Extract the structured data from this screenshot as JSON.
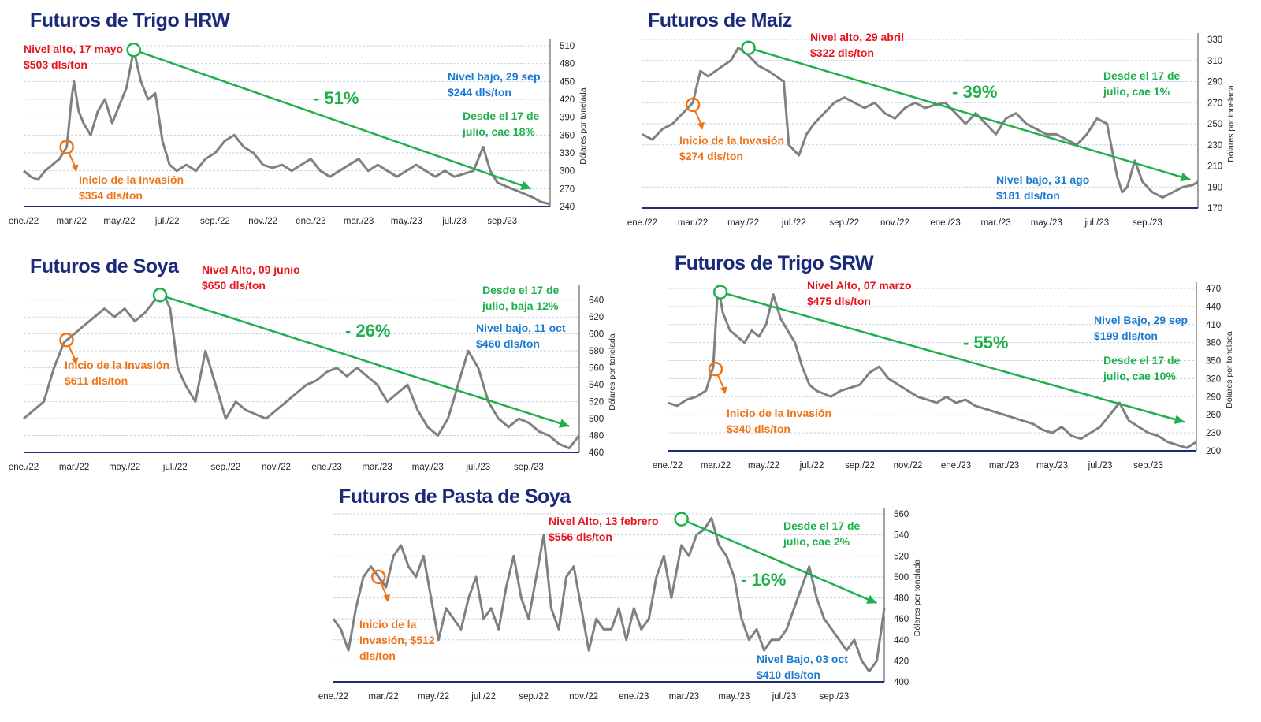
{
  "colors": {
    "title": "#1a2a7a",
    "series": "#808080",
    "trend": "#1db04b",
    "high": "#e8141c",
    "low": "#1a7ad0",
    "invasion": "#ee7417",
    "axis": "#1a2a7a",
    "grid": "#c9d5e6"
  },
  "chart_data": [
    {
      "id": "hrw",
      "type": "line",
      "title": "Futuros de Trigo HRW",
      "ylabel": "Dólares por tonelada",
      "ylim": [
        240,
        510
      ],
      "yticks": [
        240,
        270,
        300,
        330,
        360,
        390,
        420,
        450,
        480,
        510
      ],
      "xlim": [
        0,
        22
      ],
      "xticks": [
        "ene./22",
        "mar./22",
        "may./22",
        "jul./22",
        "sep./22",
        "nov./22",
        "ene./23",
        "mar./23",
        "may./23",
        "jul./23",
        "sep./23"
      ],
      "high": {
        "label": "Nivel alto, 17 mayo",
        "value_label": "$503 dls/ton",
        "x": 4.6,
        "y": 503
      },
      "low": {
        "label": "Nivel bajo, 29 sep",
        "value_label": "$244 dls/ton"
      },
      "invasion": {
        "label": "Inicio de la Invasión",
        "value_label": "$354 dls/ton",
        "x": 1.8,
        "y": 340
      },
      "since": {
        "lines": [
          "Desde el 17 de",
          "julio, cae 18%"
        ]
      },
      "pct_change": "- 51%",
      "trend": {
        "from": [
          4.6,
          503
        ],
        "to": [
          21.2,
          270
        ]
      },
      "series": [
        {
          "x": [
            0,
            0.3,
            0.6,
            0.9,
            1.2,
            1.5,
            1.8,
            2.0,
            2.1,
            2.3,
            2.5,
            2.8,
            3.1,
            3.4,
            3.7,
            4.0,
            4.3,
            4.6,
            4.9,
            5.2,
            5.5,
            5.8,
            6.1,
            6.4,
            6.8,
            7.2,
            7.6,
            8.0,
            8.4,
            8.8,
            9.2,
            9.6,
            10.0,
            10.4,
            10.8,
            11.2,
            11.6,
            12.0,
            12.4,
            12.8,
            13.2,
            13.6,
            14.0,
            14.4,
            14.8,
            15.2,
            15.6,
            16.0,
            16.4,
            16.8,
            17.2,
            17.6,
            18.0,
            18.4,
            18.8,
            19.0,
            19.2,
            19.5,
            19.8,
            20.1,
            20.4,
            20.7,
            21.0,
            21.3,
            21.6,
            22.0
          ],
          "y": [
            300,
            290,
            285,
            300,
            310,
            320,
            340,
            420,
            450,
            400,
            380,
            360,
            400,
            420,
            380,
            410,
            440,
            503,
            450,
            420,
            430,
            350,
            310,
            300,
            310,
            300,
            320,
            330,
            350,
            360,
            340,
            330,
            310,
            305,
            310,
            300,
            310,
            320,
            300,
            290,
            300,
            310,
            320,
            300,
            310,
            300,
            290,
            300,
            310,
            300,
            290,
            300,
            290,
            295,
            300,
            320,
            340,
            300,
            280,
            275,
            270,
            265,
            260,
            255,
            248,
            244
          ]
        }
      ]
    },
    {
      "id": "maiz",
      "type": "line",
      "title": "Futuros de Maíz",
      "ylabel": "Dólares por tonelada",
      "ylim": [
        170,
        330
      ],
      "yticks": [
        170,
        190,
        210,
        230,
        250,
        270,
        290,
        310,
        330
      ],
      "xlim": [
        0,
        22
      ],
      "xticks": [
        "ene./22",
        "mar./22",
        "may./22",
        "jul./22",
        "sep./22",
        "nov./22",
        "ene./23",
        "mar./23",
        "may./23",
        "jul./23",
        "sep./23"
      ],
      "high": {
        "label": "Nivel alto, 29 abril",
        "value_label": "$322 dls/ton",
        "x": 4.2,
        "y": 322
      },
      "low": {
        "label": "Nivel bajo, 31 ago",
        "value_label": "$181 dls/ton"
      },
      "invasion": {
        "label": "Inicio de la Invasión",
        "value_label": "$274 dls/ton",
        "x": 2.0,
        "y": 268
      },
      "since": {
        "lines": [
          "Desde el 17 de",
          "julio, cae 1%"
        ]
      },
      "pct_change": "- 39%",
      "trend": {
        "from": [
          4.2,
          322
        ],
        "to": [
          21.7,
          197
        ]
      },
      "series": [
        {
          "x": [
            0,
            0.4,
            0.8,
            1.2,
            1.6,
            2.0,
            2.3,
            2.6,
            2.9,
            3.2,
            3.5,
            3.8,
            4.2,
            4.6,
            5.0,
            5.3,
            5.6,
            5.8,
            6.0,
            6.2,
            6.5,
            6.8,
            7.2,
            7.6,
            8.0,
            8.4,
            8.8,
            9.2,
            9.6,
            10.0,
            10.4,
            10.8,
            11.2,
            11.6,
            12.0,
            12.4,
            12.8,
            13.2,
            13.6,
            14.0,
            14.4,
            14.8,
            15.2,
            15.6,
            16.0,
            16.4,
            16.8,
            17.2,
            17.6,
            18.0,
            18.4,
            18.8,
            19.0,
            19.2,
            19.5,
            19.8,
            20.2,
            20.6,
            21.0,
            21.4,
            21.8,
            22.0
          ],
          "y": [
            240,
            235,
            245,
            250,
            260,
            270,
            300,
            295,
            300,
            305,
            310,
            322,
            315,
            305,
            300,
            295,
            290,
            230,
            225,
            220,
            240,
            250,
            260,
            270,
            275,
            270,
            265,
            270,
            260,
            255,
            265,
            270,
            265,
            268,
            270,
            260,
            250,
            260,
            250,
            240,
            255,
            260,
            250,
            245,
            240,
            240,
            235,
            230,
            240,
            255,
            250,
            200,
            185,
            190,
            215,
            195,
            185,
            180,
            185,
            190,
            192,
            195
          ]
        }
      ]
    },
    {
      "id": "soya",
      "type": "line",
      "title": "Futuros de Soya",
      "ylabel": "Dólares por tonelada",
      "ylim": [
        460,
        650
      ],
      "yticks": [
        460,
        480,
        500,
        520,
        540,
        560,
        580,
        600,
        620,
        640
      ],
      "xlim": [
        0,
        22
      ],
      "xticks": [
        "ene./22",
        "mar./22",
        "may./22",
        "jul./22",
        "sep./22",
        "nov./22",
        "ene./23",
        "mar./23",
        "may./23",
        "jul./23",
        "sep./23"
      ],
      "high": {
        "label": "Nivel Alto, 09 junio",
        "value_label": "$650 dls/ton",
        "x": 5.4,
        "y": 646
      },
      "low": {
        "label": "Nivel bajo, 11 oct",
        "value_label": "$460 dls/ton"
      },
      "invasion": {
        "label": "Inicio de la Invasión",
        "value_label": "$611 dls/ton",
        "x": 1.7,
        "y": 593
      },
      "since": {
        "lines": [
          "Desde el 17 de",
          "julio, baja 12%"
        ]
      },
      "pct_change": "- 26%",
      "trend": {
        "from": [
          5.4,
          646
        ],
        "to": [
          21.6,
          491
        ]
      },
      "series": [
        {
          "x": [
            0,
            0.4,
            0.8,
            1.2,
            1.6,
            2.0,
            2.4,
            2.8,
            3.2,
            3.6,
            4.0,
            4.4,
            4.8,
            5.2,
            5.5,
            5.8,
            6.1,
            6.4,
            6.8,
            7.2,
            7.6,
            8.0,
            8.4,
            8.8,
            9.2,
            9.6,
            10.0,
            10.4,
            10.8,
            11.2,
            11.6,
            12.0,
            12.4,
            12.8,
            13.2,
            13.6,
            14.0,
            14.4,
            14.8,
            15.2,
            15.6,
            16.0,
            16.4,
            16.8,
            17.2,
            17.6,
            18.0,
            18.4,
            18.8,
            19.2,
            19.6,
            20.0,
            20.4,
            20.8,
            21.2,
            21.6,
            22.0
          ],
          "y": [
            500,
            510,
            520,
            560,
            590,
            600,
            610,
            620,
            630,
            620,
            630,
            615,
            625,
            640,
            650,
            630,
            560,
            540,
            520,
            580,
            540,
            500,
            520,
            510,
            505,
            500,
            510,
            520,
            530,
            540,
            545,
            555,
            560,
            550,
            560,
            550,
            540,
            520,
            530,
            540,
            510,
            490,
            480,
            500,
            540,
            580,
            560,
            520,
            500,
            490,
            500,
            495,
            485,
            480,
            470,
            465,
            480
          ]
        }
      ]
    },
    {
      "id": "srw",
      "type": "line",
      "title": "Futuros de Trigo SRW",
      "ylabel": "Dólares por tonelada",
      "ylim": [
        200,
        470
      ],
      "yticks": [
        200,
        230,
        260,
        290,
        320,
        350,
        380,
        410,
        440,
        470
      ],
      "xlim": [
        0,
        22
      ],
      "xticks": [
        "ene./22",
        "mar./22",
        "may./22",
        "jul./22",
        "sep./22",
        "nov./22",
        "ene./23",
        "mar./23",
        "may./23",
        "jul./23",
        "sep./23"
      ],
      "high": {
        "label": "Nivel Alto, 07 marzo",
        "value_label": "$475 dls/ton",
        "x": 2.2,
        "y": 464
      },
      "low": {
        "label": "Nivel Bajo, 29 sep",
        "value_label": "$199 dls/ton"
      },
      "invasion": {
        "label": "Inicio de la Invasión",
        "value_label": "$340 dls/ton",
        "x": 2.0,
        "y": 336
      },
      "since": {
        "lines": [
          "Desde el 17 de",
          "julio, cae 10%"
        ]
      },
      "pct_change": "- 55%",
      "trend": {
        "from": [
          2.2,
          464
        ],
        "to": [
          21.5,
          248
        ]
      },
      "series": [
        {
          "x": [
            0,
            0.4,
            0.8,
            1.2,
            1.6,
            1.9,
            2.1,
            2.3,
            2.6,
            2.9,
            3.2,
            3.5,
            3.8,
            4.1,
            4.4,
            4.7,
            5.0,
            5.3,
            5.6,
            5.9,
            6.2,
            6.5,
            6.8,
            7.2,
            7.6,
            8.0,
            8.4,
            8.8,
            9.2,
            9.6,
            10.0,
            10.4,
            10.8,
            11.2,
            11.6,
            12.0,
            12.4,
            12.8,
            13.2,
            13.6,
            14.0,
            14.4,
            14.8,
            15.2,
            15.6,
            16.0,
            16.4,
            16.8,
            17.2,
            17.6,
            18.0,
            18.4,
            18.8,
            19.2,
            19.6,
            20.0,
            20.4,
            20.8,
            21.2,
            21.6,
            22.0
          ],
          "y": [
            280,
            275,
            285,
            290,
            300,
            340,
            475,
            430,
            400,
            390,
            380,
            400,
            390,
            410,
            460,
            420,
            400,
            380,
            340,
            310,
            300,
            295,
            290,
            300,
            305,
            310,
            330,
            340,
            320,
            310,
            300,
            290,
            285,
            280,
            290,
            280,
            285,
            275,
            270,
            265,
            260,
            255,
            250,
            245,
            235,
            230,
            240,
            225,
            220,
            230,
            240,
            260,
            280,
            250,
            240,
            230,
            225,
            215,
            210,
            205,
            215
          ]
        }
      ]
    },
    {
      "id": "pasta",
      "type": "line",
      "title": "Futuros de Pasta de Soya",
      "ylabel": "Dólares por tonelada",
      "ylim": [
        400,
        560
      ],
      "yticks": [
        400,
        420,
        440,
        460,
        480,
        500,
        520,
        540,
        560
      ],
      "xlim": [
        0,
        22
      ],
      "xticks": [
        "ene./22",
        "mar./22",
        "may./22",
        "jul./22",
        "sep./22",
        "nov./22",
        "ene./23",
        "mar./23",
        "may./23",
        "jul./23",
        "sep./23"
      ],
      "high": {
        "label": "Nivel Alto, 13 febrero",
        "value_label": "$556 dls/ton",
        "x": 13.9,
        "y": 555
      },
      "low": {
        "label": "Nivel Bajo, 03 oct",
        "value_label": "$410 dls/ton"
      },
      "invasion": {
        "label": "",
        "value_label": "",
        "x": 1.8,
        "y": 500
      },
      "invasion_lines": [
        "Inicio de la",
        "Invasión, $512",
        "dls/ton"
      ],
      "since": {
        "lines": [
          "Desde el 17 de",
          "julio, cae 2%"
        ]
      },
      "pct_change": "- 16%",
      "trend": {
        "from": [
          13.9,
          555
        ],
        "to": [
          21.7,
          475
        ]
      },
      "series": [
        {
          "x": [
            0,
            0.3,
            0.6,
            0.9,
            1.2,
            1.5,
            1.8,
            2.1,
            2.4,
            2.7,
            3.0,
            3.3,
            3.6,
            3.9,
            4.2,
            4.5,
            4.8,
            5.1,
            5.4,
            5.7,
            6.0,
            6.3,
            6.6,
            6.9,
            7.2,
            7.5,
            7.8,
            8.1,
            8.4,
            8.7,
            9.0,
            9.3,
            9.6,
            9.9,
            10.2,
            10.5,
            10.8,
            11.1,
            11.4,
            11.7,
            12.0,
            12.3,
            12.6,
            12.9,
            13.2,
            13.5,
            13.9,
            14.2,
            14.5,
            14.8,
            15.1,
            15.4,
            15.7,
            16.0,
            16.3,
            16.6,
            16.9,
            17.2,
            17.5,
            17.8,
            18.1,
            18.4,
            18.7,
            19.0,
            19.3,
            19.6,
            19.9,
            20.2,
            20.5,
            20.8,
            21.1,
            21.4,
            21.7,
            22.0
          ],
          "y": [
            460,
            450,
            430,
            470,
            500,
            510,
            500,
            490,
            520,
            530,
            510,
            500,
            520,
            480,
            440,
            470,
            460,
            450,
            480,
            500,
            460,
            470,
            450,
            490,
            520,
            480,
            460,
            500,
            540,
            470,
            450,
            500,
            510,
            470,
            430,
            460,
            450,
            450,
            470,
            440,
            470,
            450,
            460,
            500,
            520,
            480,
            530,
            520,
            540,
            545,
            556,
            530,
            520,
            500,
            460,
            440,
            450,
            430,
            440,
            440,
            450,
            470,
            490,
            510,
            480,
            460,
            450,
            440,
            430,
            440,
            420,
            410,
            420,
            470
          ]
        }
      ]
    }
  ]
}
